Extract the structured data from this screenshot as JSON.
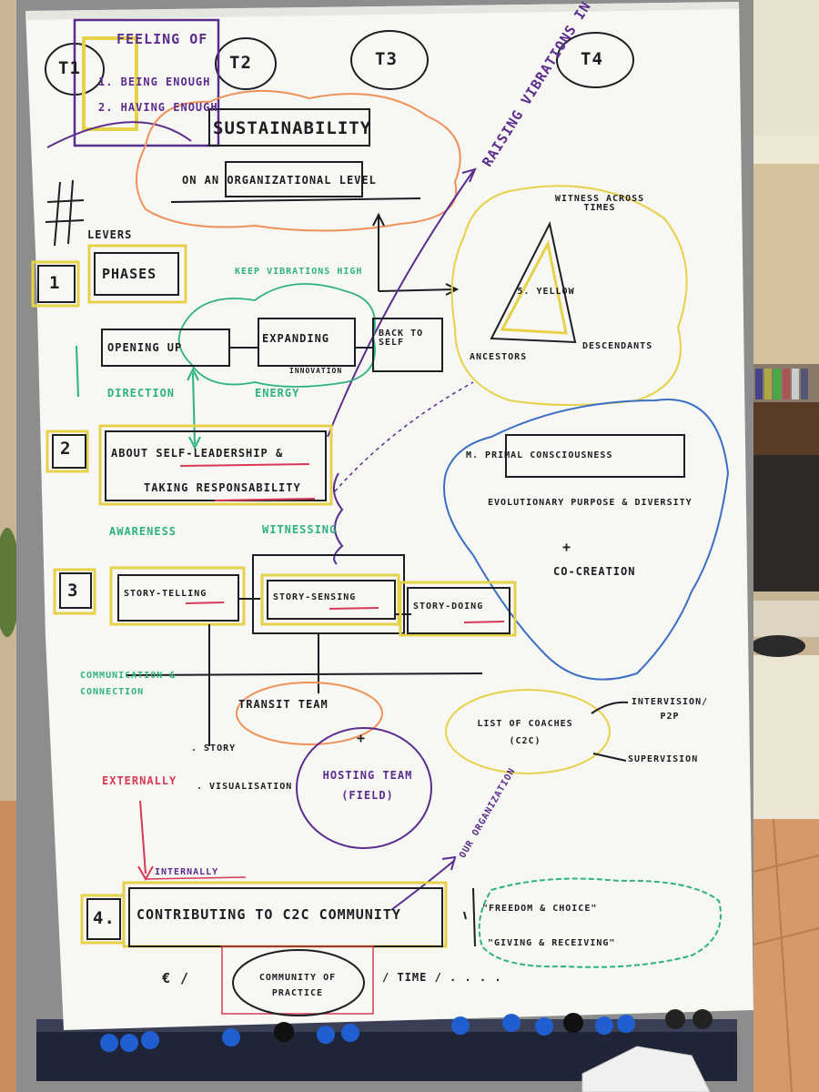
{
  "headings": {
    "t1": "T1",
    "t2": "T2",
    "t3": "T3",
    "t4": "T4"
  },
  "feeling": {
    "title": "FEELING OF",
    "line1": "1. BEING ENOUGH",
    "line2": "2. HAVING ENOUGH"
  },
  "sustainability": {
    "title": "SUSTAINABILITY",
    "subtitle": "ON AN ORGANIZATIONAL LEVEL"
  },
  "raising_vibrations": "RAISING VIBRATIONS IN THE ORGANIZATION",
  "levers_label": "LEVERS",
  "triangle": {
    "top": "WITNESS ACROSS TIMES",
    "center": "5. YELLOW",
    "left": "ANCESTORS",
    "right": "DESCENDANTS"
  },
  "level1": {
    "number": "1",
    "title": "PHASES",
    "keep_vibrations": "KEEP VIBRATIONS HIGH",
    "opening": "OPENING UP",
    "expanding": "EXPANDING",
    "innovation": "INNOVATION",
    "back": "BACK TO SELF",
    "direction": "DIRECTION",
    "energy": "ENERGY"
  },
  "level2": {
    "number": "2",
    "line1": "ABOUT SELF-LEADERSHIP &",
    "line2": "TAKING RESPONSABILITY",
    "awareness": "AWARENESS",
    "witnessing": "WITNESSING"
  },
  "consciousness": {
    "label": "M. PRIMAL CONSCIOUSNESS",
    "line2": "EVOLUTIONARY PURPOSE & DIVERSITY",
    "plus": "+",
    "line3": "CO-CREATION"
  },
  "level3": {
    "number": "3",
    "story_telling": "STORY-TELLING",
    "story_sensing": "STORY-SENSING",
    "story_doing": "STORY-DOING",
    "communication": "COMMUNICATION & CONNECTION",
    "transit_team": "TRANSIT TEAM",
    "plus": "+",
    "hosting_team": "HOSTING TEAM (FIELD)",
    "story": ". STORY",
    "visualisation": ". VISUALISATION",
    "externally": "EXTERNALLY",
    "internally": "INTERNALLY"
  },
  "coaches": {
    "label": "LIST OF COACHES (C2C)",
    "intervision": "INTERVISION/ P2P",
    "supervision": "SUPERVISION"
  },
  "our_organization": "OUR ORGANIZATION",
  "level4": {
    "number": "4.",
    "title": "CONTRIBUTING TO C2C COMMUNITY",
    "freedom": "\"FREEDOM & CHOICE\"",
    "giving": "\"GIVING & RECEIVING\"",
    "euro": "€ /",
    "community": "COMMUNITY OF PRACTICE",
    "time": "/ TIME / . . . ."
  },
  "colors": {
    "ink": "#1d1d24",
    "purple": "#5b2d8e",
    "green": "#2fb37e",
    "red": "#d83a55",
    "orange": "#f0915a",
    "yellow": "#e6d24a",
    "blue": "#3b6fc4"
  },
  "icons": [
    "flipchart-board",
    "magnet",
    "cd-rack",
    "sofa-chair"
  ]
}
